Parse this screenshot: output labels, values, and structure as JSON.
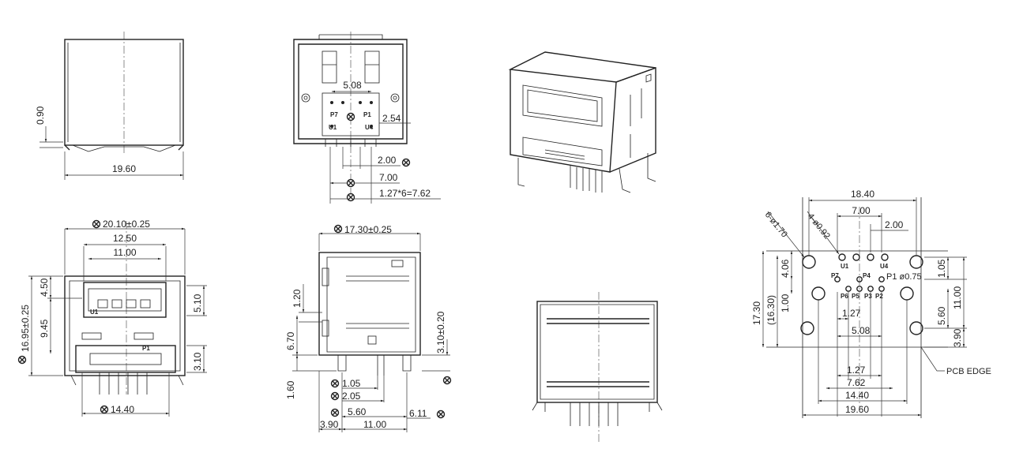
{
  "colors": {
    "line": "#222222",
    "background": "#ffffff"
  },
  "icons": {
    "datum_symbol": "circled-x-datum-icon"
  },
  "side_view": {
    "dim_width": "19.60",
    "dim_height": "0.90"
  },
  "rear_view": {
    "dim_pitch_upper": "5.08",
    "dim_offset": "2.54",
    "dim_a": "2.00",
    "dim_b": "7.00",
    "dim_c": "1.27*6=7.62",
    "pin_labels": {
      "p7": "P7",
      "p1": "P1",
      "u1": "U1",
      "u4": "U4"
    }
  },
  "front_view": {
    "dim_overall_width": "20.10±0.25",
    "dim_port_width": "12.50",
    "dim_inner_width": "11.00",
    "dim_height": "16.95±0.25",
    "dim_top_offset": "4.50",
    "dim_mid": "9.45",
    "dim_right_upper": "5.10",
    "dim_right_lower": "3.10",
    "dim_bottom_width": "14.40",
    "port_labels": {
      "u1": "U1",
      "p1": "P1"
    }
  },
  "profile_view": {
    "dim_depth": "17.30±0.25",
    "dim_tab": "1.20",
    "dim_height": "6.70",
    "dim_pin_len": "1.60",
    "dim_right": "3.10±0.20",
    "dim_1": "1.05",
    "dim_2": "2.05",
    "dim_3": "5.60",
    "dim_4": "6.11",
    "dim_5": "3.90",
    "dim_6": "11.00"
  },
  "footprint": {
    "dim_overall": "18.40",
    "dim_7": "7.00",
    "dim_2": "2.00",
    "hole_large": "6-ø1.70",
    "hole_small": "4-ø0.92",
    "pin_dia": "P1 ø0.75",
    "dim_height": "17.30",
    "dim_height_ref": "(16.30)",
    "dim_406": "4.06",
    "dim_100": "1.00",
    "dim_105": "1.05",
    "dim_11": "11.00",
    "dim_56": "5.60",
    "dim_39": "3.90",
    "dim_127a": "1.27",
    "dim_508": "5.08",
    "dim_127b": "1.27",
    "dim_762": "7.62",
    "dim_1440": "14.40",
    "dim_1960": "19.60",
    "pcb_edge": "PCB EDGE",
    "pins": {
      "u1": "U1",
      "u4": "U4",
      "p7": "P7",
      "p4": "P4",
      "p6": "P6",
      "p5": "P5",
      "p3": "P3",
      "p2": "P2"
    }
  }
}
